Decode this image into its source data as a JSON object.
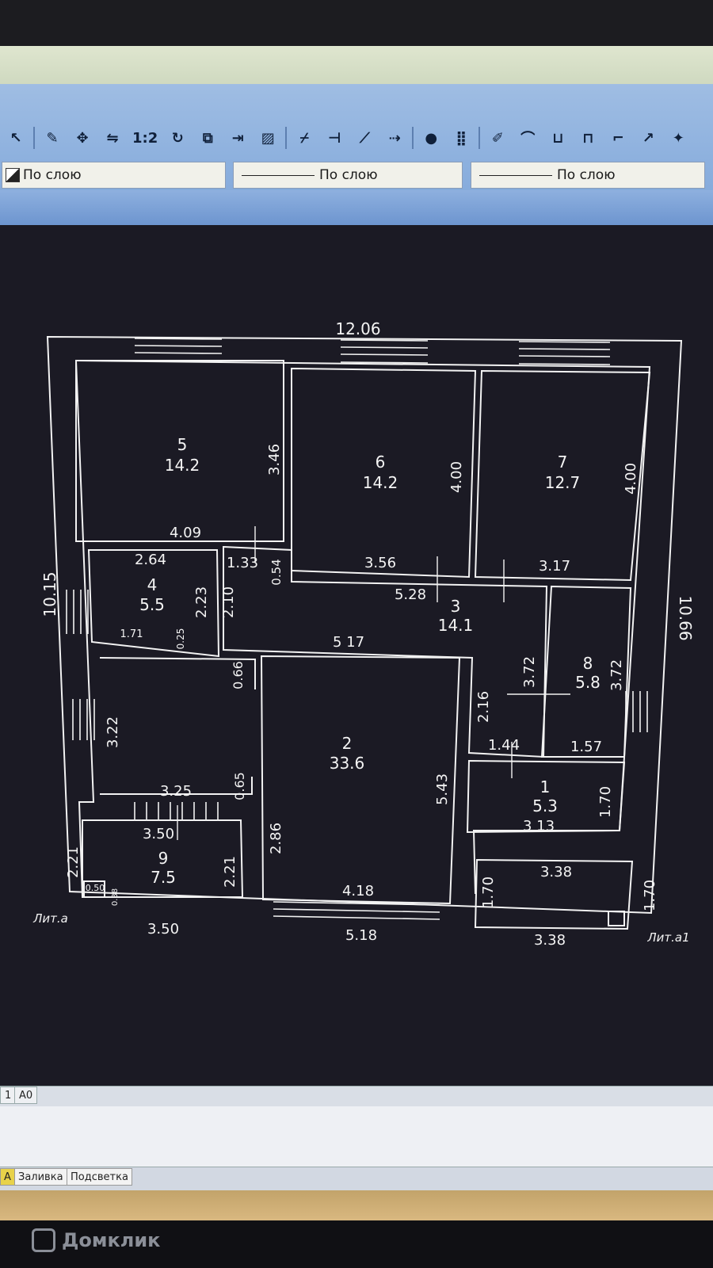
{
  "toolbar": {
    "scale_label": "1:2",
    "color_prop": "По слою",
    "linetype_prop": "По слою",
    "lineweight_prop": "По слою"
  },
  "plan": {
    "overall_width_top": "12.06",
    "height_left": "10.15",
    "height_right": "10.66",
    "label_left": "Лит.а",
    "label_right": "Лит.а1",
    "bottom_dims": [
      "3.50",
      "5.18",
      "3.38"
    ],
    "rooms": [
      {
        "num": "5",
        "area": "14.2"
      },
      {
        "num": "6",
        "area": "14.2"
      },
      {
        "num": "7",
        "area": "12.7"
      },
      {
        "num": "4",
        "area": "5.5"
      },
      {
        "num": "3",
        "area": "14.1"
      },
      {
        "num": "8",
        "area": "5.8"
      },
      {
        "num": "2",
        "area": "33.6"
      },
      {
        "num": "1",
        "area": "5.3"
      },
      {
        "num": "9",
        "area": "7.5"
      }
    ],
    "dims": {
      "d346": "3.46",
      "d409": "4.09",
      "d400a": "4.00",
      "d356": "3.56",
      "d400b": "4.00",
      "d317": "3.17",
      "d264": "2.64",
      "d133": "1.33",
      "d054": "0.54",
      "d528": "5.28",
      "d223": "2.23",
      "d210": "2.10",
      "d171": "1.71",
      "d025": "0.25",
      "d517": "5 17",
      "d066": "0.66",
      "d372a": "3.72",
      "d372b": "3.72",
      "d216": "2.16",
      "d144": "1.44",
      "d157": "1.57",
      "d322": "3.22",
      "d325": "3.25",
      "d065": "0.65",
      "d543": "5.43",
      "d170a": "1.70",
      "d313": "3 13",
      "d350": "3.50",
      "d286": "2.86",
      "d221a": "2.21",
      "d221b": "2.21",
      "d338": "3.38",
      "d170b": "1.70",
      "d170c": "1.70",
      "d050": "0.50",
      "d038": "0.38",
      "d418": "4.18"
    }
  },
  "status": {
    "tab_layout": "A0",
    "tab_left": "1",
    "bottom_tabs": [
      "A",
      "Заливка",
      "Подсветка"
    ]
  },
  "watermark": "Домклик"
}
